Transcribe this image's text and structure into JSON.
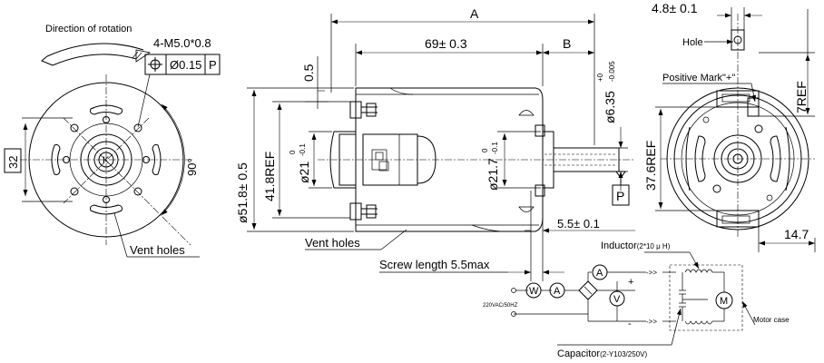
{
  "front_view": {
    "rotation_label": "Direction of rotation",
    "thread_label": "4-M5.0*0.8",
    "tolerance": {
      "symbol": "⊕",
      "value": "Ø0.15",
      "datum": "P"
    },
    "dim_32": "32",
    "angle_label": "90°",
    "vent_label": "Vent holes"
  },
  "side_view": {
    "dim_A": "A",
    "dim_69": "69± 0.3",
    "dim_B": "B",
    "dim_05": "0.5",
    "dim_body_dia": "ø51.8± 0.5",
    "dim_41_8": "41.8REF",
    "dim_21": "ø21",
    "dim_21_tol_upper": "0",
    "dim_21_tol_lower": "-0.1",
    "dim_21_7": "ø21.7",
    "dim_21_7_tol_upper": "0",
    "dim_21_7_tol_lower": "-0.1",
    "dim_shaft": "ø6.35",
    "dim_shaft_tol_upper": "+0",
    "dim_shaft_tol_lower": "-0.005",
    "datum_box": "P",
    "dim_5_5": "5.5± 0.1",
    "vent_label": "Vent holes",
    "screw_label": "Screw length 5.5max"
  },
  "rear_view": {
    "dim_4_8": "4.8± 0.1",
    "hole_label": "Hole",
    "positive_label": "Positive Mark\"+\"",
    "dim_7ref": "7REF",
    "dim_37_6": "37.6REF",
    "dim_14_7": "14.7"
  },
  "circuit": {
    "inductor_label": "Inductor",
    "inductor_spec": "(2*10 μ H)",
    "capacitor_label": "Capacitor",
    "capacitor_spec": "(2-Y103/250V)",
    "motor_case_label": "Motor case",
    "supply_label": "220VAC/50HZ",
    "meter_w": "W",
    "meter_a": "A",
    "meter_v": "V",
    "motor_m": "M",
    "plus": "+",
    "minus": "-"
  }
}
